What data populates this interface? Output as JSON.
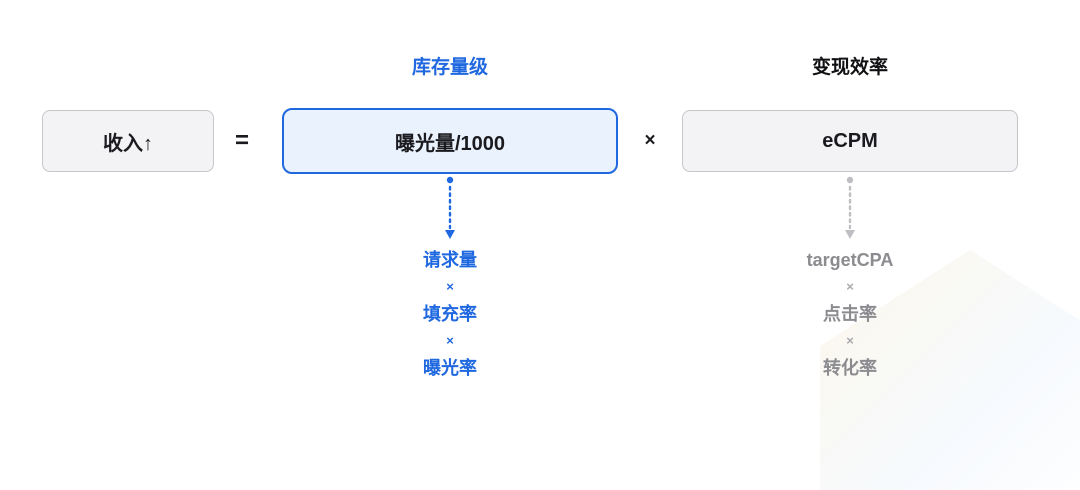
{
  "formula": {
    "revenue_label": "收入↑",
    "equals_sign": "=",
    "impressions_label": "曝光量/1000",
    "multiply_sign": "×",
    "ecpm_label": "eCPM"
  },
  "headers": {
    "inventory_scale": "库存量级",
    "monetization_efficiency": "变现效率"
  },
  "inventory_breakdown": {
    "items": [
      "请求量",
      "×",
      "填充率",
      "×",
      "曝光率"
    ]
  },
  "monetization_breakdown": {
    "items": [
      "targetCPA",
      "×",
      "点击率",
      "×",
      "转化率"
    ]
  },
  "colors": {
    "accent_blue": "#1f68e0",
    "light_blue_fill": "#e9f2fd",
    "gray_box_bg": "#f3f3f5",
    "gray_box_border": "#c6c6cb",
    "gray_text": "#8b8b90",
    "text_black": "#1b1b1f"
  }
}
